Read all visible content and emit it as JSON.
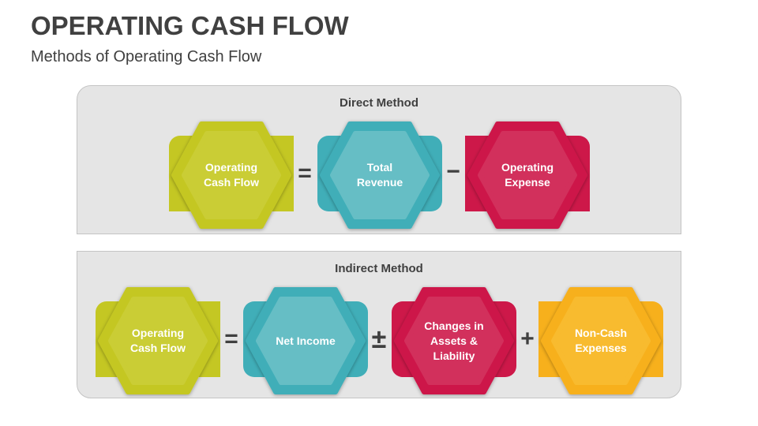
{
  "header": {
    "title": "OPERATING CASH FLOW",
    "subtitle": "Methods of Operating Cash Flow"
  },
  "colors": {
    "green": "#c4c723",
    "green_hex": "#cacd35",
    "teal": "#40aeb8",
    "teal_hex": "#66bec5",
    "red": "#cd1849",
    "red_hex": "#d2305c",
    "yellow": "#f7b01c",
    "yellow_hex": "#f8bb2f",
    "panel_bg": "#e5e5e5",
    "text_dark": "#404040"
  },
  "direct": {
    "title": "Direct Method",
    "items": [
      {
        "label": "Operating\nCash Flow",
        "color": "green"
      },
      {
        "label": "Total\nRevenue",
        "color": "teal"
      },
      {
        "label": "Operating\nExpense",
        "color": "red"
      }
    ],
    "operators": [
      "=",
      "−"
    ]
  },
  "indirect": {
    "title": "Indirect Method",
    "items": [
      {
        "label": "Operating\nCash Flow",
        "color": "green"
      },
      {
        "label": "Net Income",
        "color": "teal"
      },
      {
        "label": "Changes in\nAssets &\nLiability",
        "color": "red"
      },
      {
        "label": "Non-Cash\nExpenses",
        "color": "yellow"
      }
    ],
    "operators": [
      "=",
      "±",
      "+"
    ]
  }
}
